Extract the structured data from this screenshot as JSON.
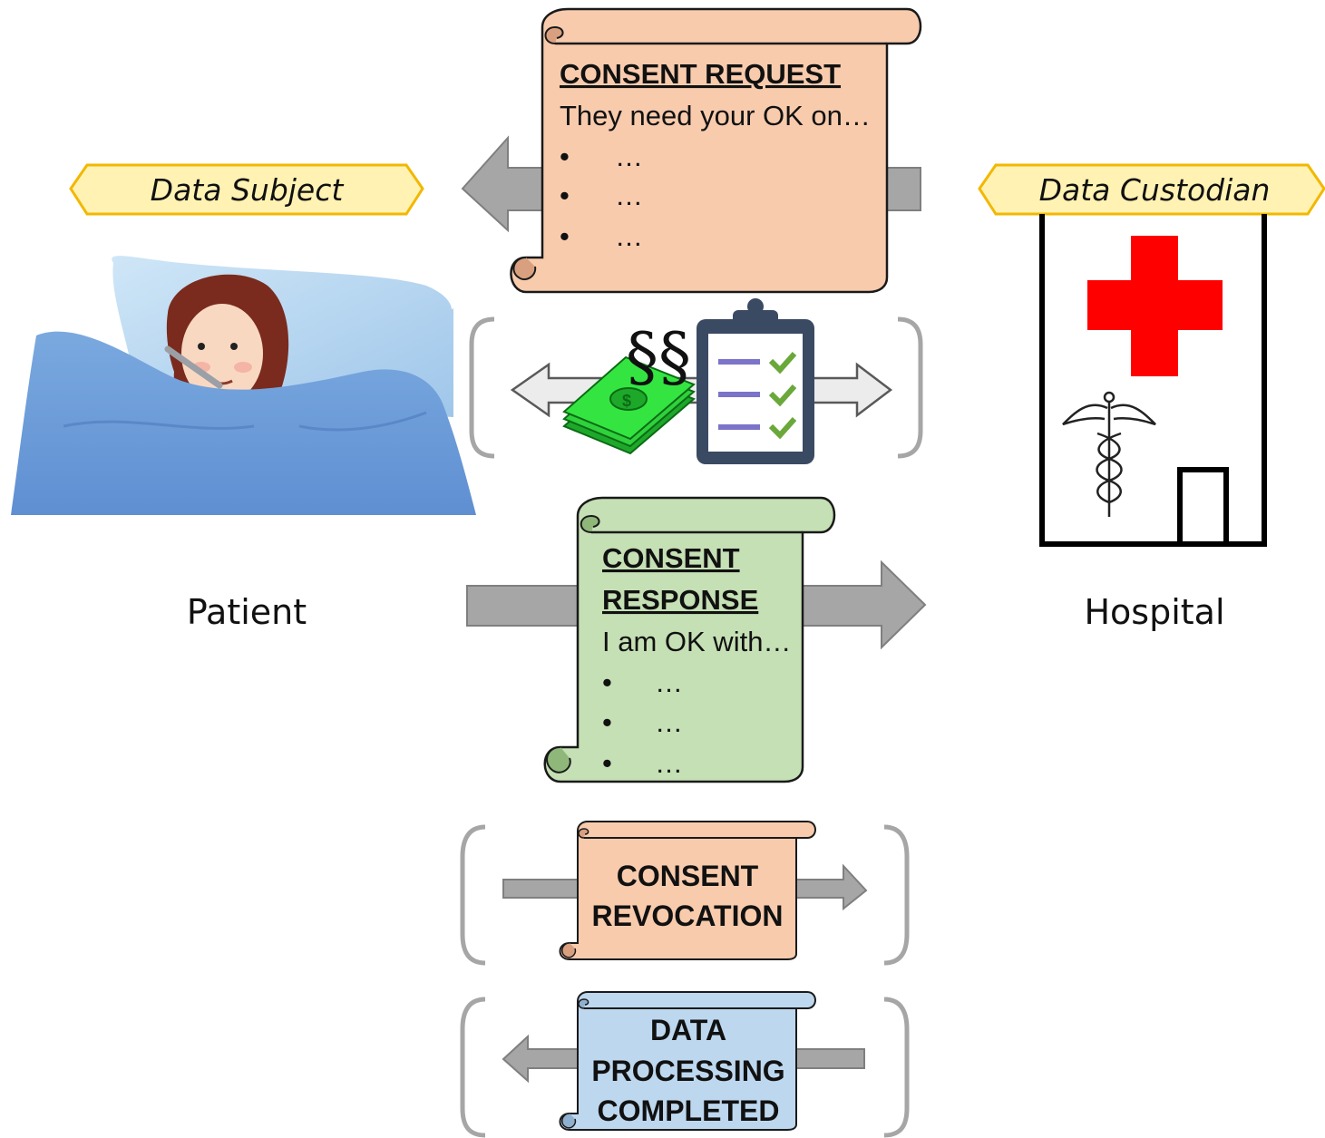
{
  "actors": {
    "subject": {
      "tag": "Data Subject",
      "caption": "Patient"
    },
    "custodian": {
      "tag": "Data Custodian",
      "caption": "Hospital"
    }
  },
  "consent_request": {
    "title": "CONSENT REQUEST",
    "body": "They need your OK on…",
    "bullets": [
      "…",
      "…",
      "…"
    ]
  },
  "legal_exchange": {
    "symbol": "§§"
  },
  "consent_response": {
    "title_line1": "CONSENT",
    "title_line2": "RESPONSE",
    "body": "I am OK with…",
    "bullets": [
      "…",
      "…",
      "…"
    ]
  },
  "consent_revocation": {
    "line1": "CONSENT",
    "line2": "REVOCATION"
  },
  "data_processing": {
    "line1": "DATA",
    "line2": "PROCESSING",
    "line3": "COMPLETED"
  },
  "colors": {
    "request_fill": "#f8cbad",
    "response_fill": "#c5e0b4",
    "processing_fill": "#bdd7ee",
    "tag_fill": "#fff2b3",
    "tag_stroke": "#f2b800",
    "arrow_gray": "#a6a6a6",
    "cross_red": "#ff0000"
  }
}
